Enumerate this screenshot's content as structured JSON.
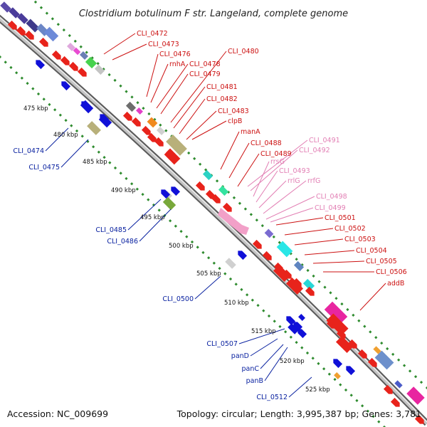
{
  "title": "Clostridium botulinum F str. Langeland, complete genome",
  "accession": "Accession: NC_009699",
  "summary": "Topology: circular; Length: 3,995,387 bp; Genes: 3,781",
  "colors": {
    "backbone": "#9a9a9a",
    "tick_dots": "#2e8b2e",
    "forward_cds": "#e8231b",
    "reverse_cds": "#1010d8",
    "rna_pink": "#f2a0c8",
    "red_label": "#cc1111",
    "blue_label": "#0a22a0",
    "pink_label": "#e27fb4"
  },
  "ticks": [
    "475 kbp",
    "480 kbp",
    "485 kbp",
    "490 kbp",
    "495 kbp",
    "500 kbp",
    "505 kbp",
    "510 kbp",
    "515 kbp",
    "520 kbp",
    "525 kbp"
  ],
  "labels_red": [
    "CLI_0472",
    "CLI_0473",
    "CLI_0476",
    "rnhA",
    "CLI_0478",
    "CLI_0479",
    "CLI_0480",
    "CLI_0481",
    "CLI_0482",
    "CLI_0483",
    "clpB",
    "manA",
    "CLI_0488",
    "CLI_0489",
    "CLI_0501",
    "CLI_0502",
    "CLI_0503",
    "CLI_0504",
    "CLI_0505",
    "CLI_0506",
    "addB"
  ],
  "labels_pink": [
    "CLI_0491",
    "CLI_0492",
    "rrsG",
    "CLI_0493",
    "rrlG",
    "rrfG",
    "CLI_0498",
    "CLI_0499"
  ],
  "labels_blue": [
    "CLI_0474",
    "CLI_0475",
    "CLI_0485",
    "CLI_0486",
    "CLI_0500",
    "CLI_0507",
    "panD",
    "panC",
    "panB",
    "CLI_0512"
  ]
}
